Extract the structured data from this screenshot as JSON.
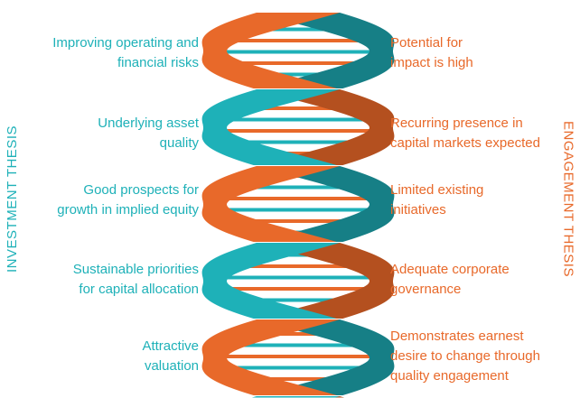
{
  "titles": {
    "left": "INVESTMENT THESIS",
    "right": "ENGAGEMENT THESIS"
  },
  "colors": {
    "teal": "#1eb1b8",
    "orange": "#e8692a",
    "teal_shade": "#167f86",
    "orange_shade": "#b4501f"
  },
  "investment": [
    {
      "text": "Improving operating and\nfinancial risks"
    },
    {
      "text": "Underlying asset\nquality"
    },
    {
      "text": "Good prospects for\ngrowth in implied equity"
    },
    {
      "text": "Sustainable priorities\nfor capital allocation"
    },
    {
      "text": "Attractive\nvaluation"
    }
  ],
  "engagement": [
    {
      "text": "Potential for\nimpact is high"
    },
    {
      "text": "Recurring presence in\ncapital markets expected"
    },
    {
      "text": "Limited existing\ninitiatives"
    },
    {
      "text": "Adequate corporate\ngovernance"
    },
    {
      "text": "Demonstrates earnest\ndesire to change through\nquality engagement"
    }
  ]
}
